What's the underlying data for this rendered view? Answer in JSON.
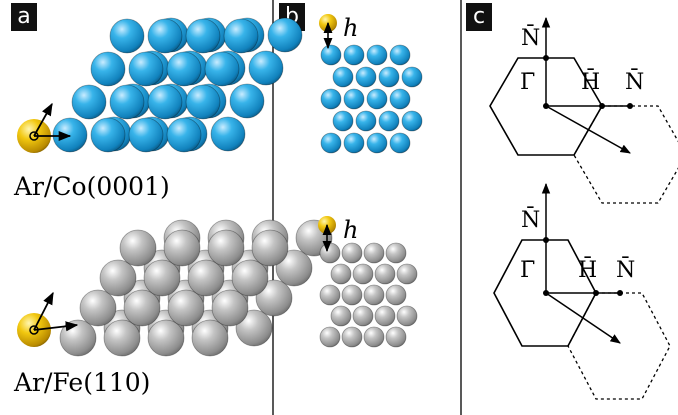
{
  "panels": {
    "a": {
      "tag": "a",
      "captions": [
        "Ar/Co(0001)",
        "Ar/Fe(110)"
      ]
    },
    "b": {
      "tag": "b",
      "height_label": "h"
    },
    "c": {
      "tag": "c",
      "points": [
        "N̄",
        "Γ̄",
        "H̄",
        "N̄"
      ]
    }
  },
  "colors": {
    "co_atom": "#1e9fd8",
    "fe_atom": "#a9a9a9",
    "ar_atom": "#e8c200",
    "panel_tag_bg": "#111111",
    "divider": "#222222"
  }
}
